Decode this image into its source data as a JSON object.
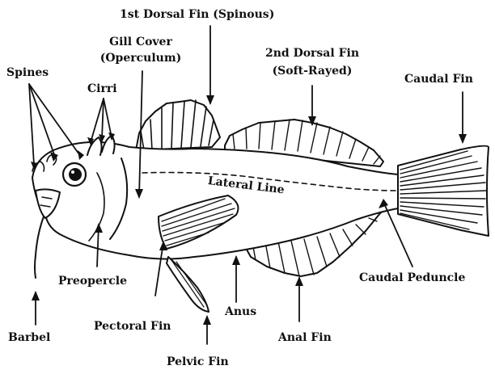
{
  "labels": {
    "first_dorsal": "1st Dorsal Fin (Spinous)",
    "gill_cover_1": "Gill Cover",
    "gill_cover_2": "(Operculum)",
    "second_dorsal_1": "2nd Dorsal Fin",
    "second_dorsal_2": "(Soft-Rayed)",
    "spines": "Spines",
    "cirri": "Cirri",
    "caudal_fin": "Caudal Fin",
    "lateral_line": "Lateral Line",
    "preopercle": "Preopercle",
    "caudal_peduncle": "Caudal Peduncle",
    "pectoral_fin": "Pectoral Fin",
    "anus": "Anus",
    "anal_fin": "Anal Fin",
    "barbel": "Barbel",
    "pelvic_fin": "Pelvic Fin"
  },
  "colors": {
    "ink": "#111111",
    "paper": "#ffffff"
  }
}
